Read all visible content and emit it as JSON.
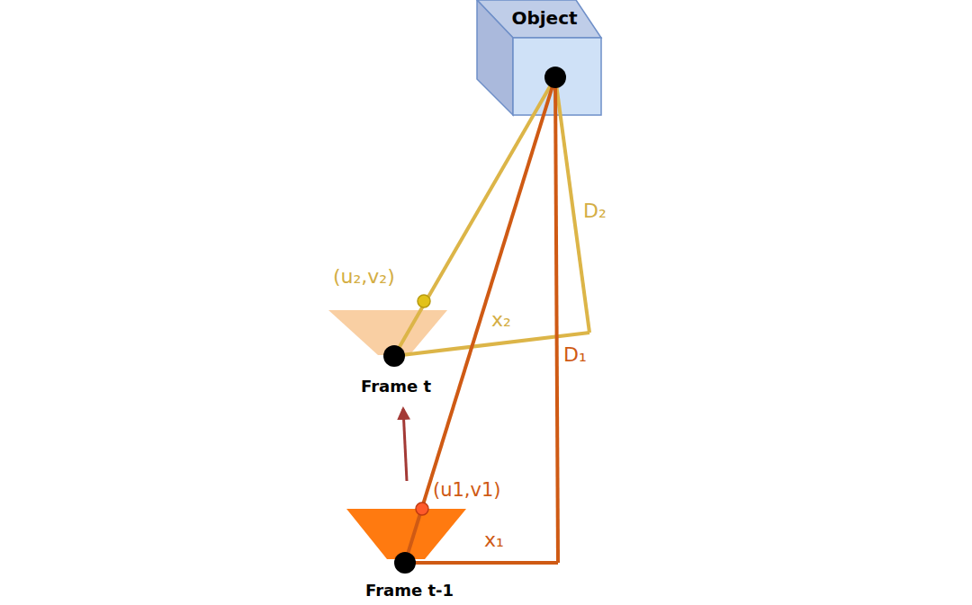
{
  "diagram": {
    "nodes": [
      {
        "text": [
          "Object"
        ]
      },
      {
        "text": [
          "Frame t"
        ]
      },
      {
        "text": [
          "Frame t-1"
        ]
      }
    ],
    "edges": [
      {
        "from": 0,
        "to": 1,
        "arrow": "none"
      },
      {
        "from": 0,
        "to": 2,
        "arrow": "none"
      },
      {
        "from": 2,
        "to": 1,
        "arrow": "to"
      }
    ],
    "labels": [
      "(u₂,v₂)",
      "x₂",
      "D₂",
      "D₁",
      "(u1,v1)",
      "x₁"
    ]
  }
}
